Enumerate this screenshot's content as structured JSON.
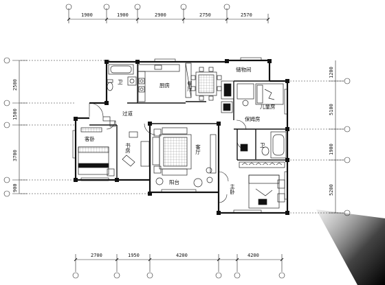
{
  "dimensions": {
    "top": [
      "1900",
      "1900",
      "2900",
      "2750",
      "2570"
    ],
    "bottom": [
      "2700",
      "1950",
      "4200",
      "4200"
    ],
    "left": [
      "2500",
      "1500",
      "3700",
      "900"
    ],
    "right": [
      "1200",
      "5100",
      "1900",
      "5200"
    ]
  },
  "rooms": {
    "storage": "储物间",
    "kitchen": "厨房",
    "restaurant": "餐厅",
    "bathroom_top": "卫",
    "corridor": "过道",
    "guest_bedroom": "客卧",
    "study": "书房",
    "living_room": "客厅",
    "balcony": "阳台",
    "nanny_room": "保姆房",
    "childrens_room": "儿童房",
    "master_bath": "卫",
    "master_bedroom": "主卧"
  }
}
